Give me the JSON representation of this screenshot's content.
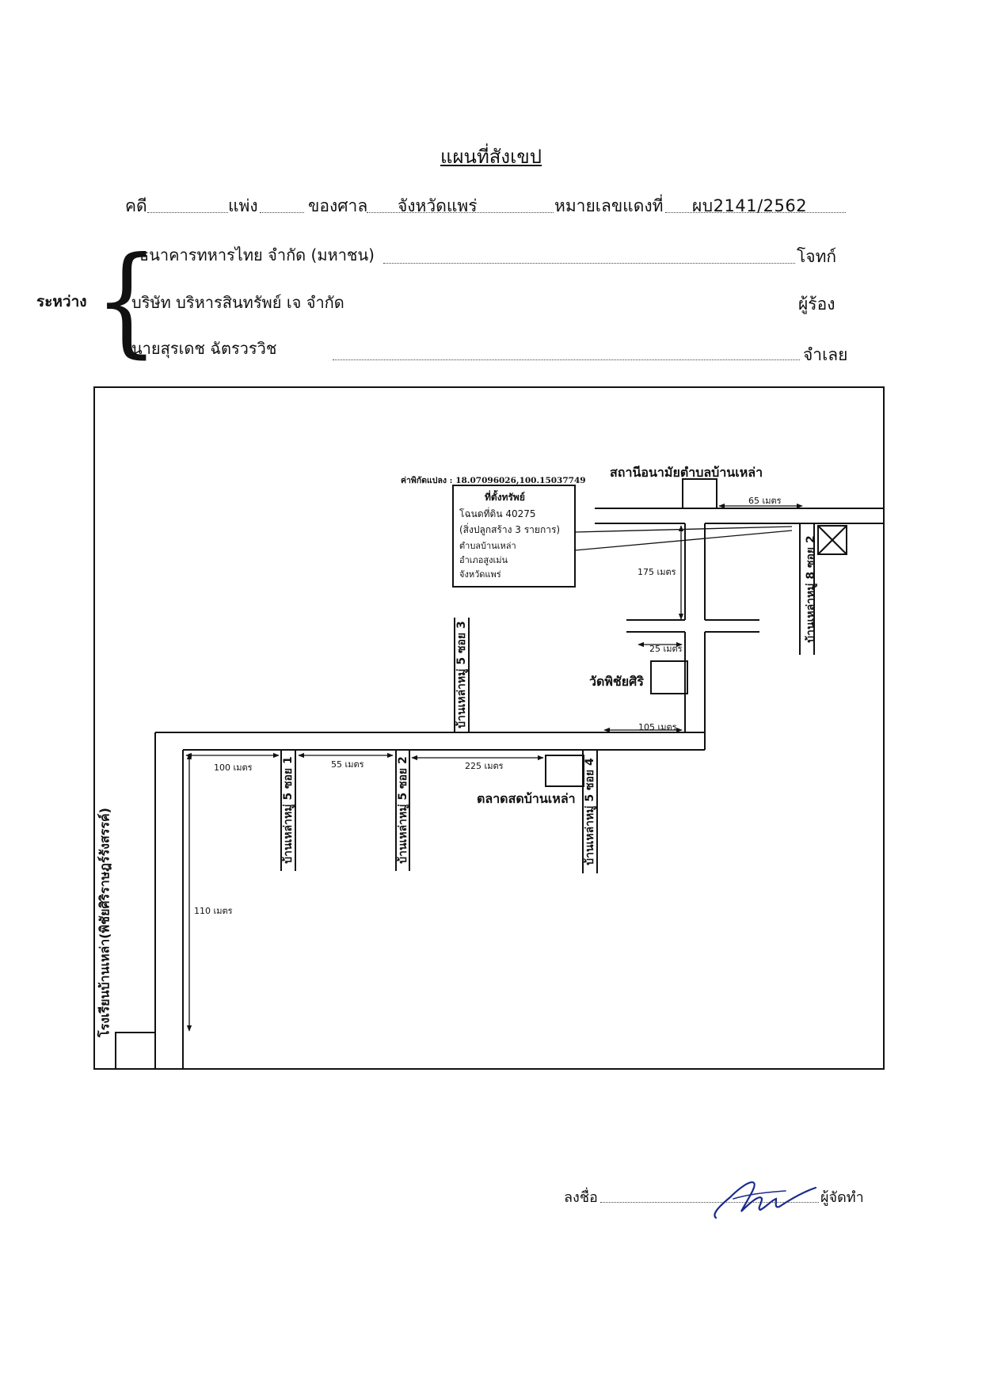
{
  "document": {
    "title": "แผนที่สังเขป",
    "case_label": "คดี",
    "case_type": "แพ่ง",
    "court_label": "ของศาล",
    "court_name": "จังหวัดแพร่",
    "red_no_label": "หมายเลขแดงที่",
    "red_no": "ผบ2141/2562",
    "between_label": "ระหว่าง",
    "parties": [
      {
        "name": "ธนาคารทหารไทย จำกัด (มหาชน)",
        "role": "โจทก์"
      },
      {
        "name": "บริษัท บริหารสินทรัพย์ เจ จำกัด",
        "role": "ผู้ร้อง"
      },
      {
        "name": "นายสุรเดช ฉัตรวรวิช",
        "role": "จำเลย"
      }
    ]
  },
  "map": {
    "coords_label": "ค่าพิกัดแปลง : 18.07096026,100.15037749",
    "property_box": {
      "title": "ที่ตั้งทรัพย์",
      "lines": [
        "โฉนดที่ดิน 40275",
        "(สิ่งปลูกสร้าง 3 รายการ)",
        "ตำบลบ้านเหล่า",
        "อำเภอสูงเม่น",
        "จังหวัดแพร่"
      ]
    },
    "landmarks": {
      "health_station": "สถานีอนามัยตำบลบ้านเหล่า",
      "temple": "วัดพิชัยศิริ",
      "market": "ตลาดสดบ้านเหล่า",
      "school": "โรงเรียนบ้านเหล่า(พิชัยศิริราษฎร์รังสรรค์)"
    },
    "roads": {
      "moo8_soi2": "บ้านเหล่าหมู่ 8 ซอย 2",
      "moo5_soi1": "บ้านเหล่าหมู่ 5 ซอย 1",
      "moo5_soi2": "บ้านเหล่าหมู่ 5 ซอย 2",
      "moo5_soi3": "บ้านเหล่าหมู่ 5 ซอย 3",
      "moo5_soi4": "บ้านเหล่าหมู่ 5 ซอย 4"
    },
    "distances": {
      "d65": "65 เมตร",
      "d175": "175 เมตร",
      "d25": "25 เมตร",
      "d105": "105 เมตร",
      "d100": "100 เมตร",
      "d55": "55 เมตร",
      "d225": "225 เมตร",
      "d110": "110 เมตร"
    }
  },
  "signature": {
    "sign_label": "ลงชื่อ",
    "role": "ผู้จัดทำ"
  }
}
